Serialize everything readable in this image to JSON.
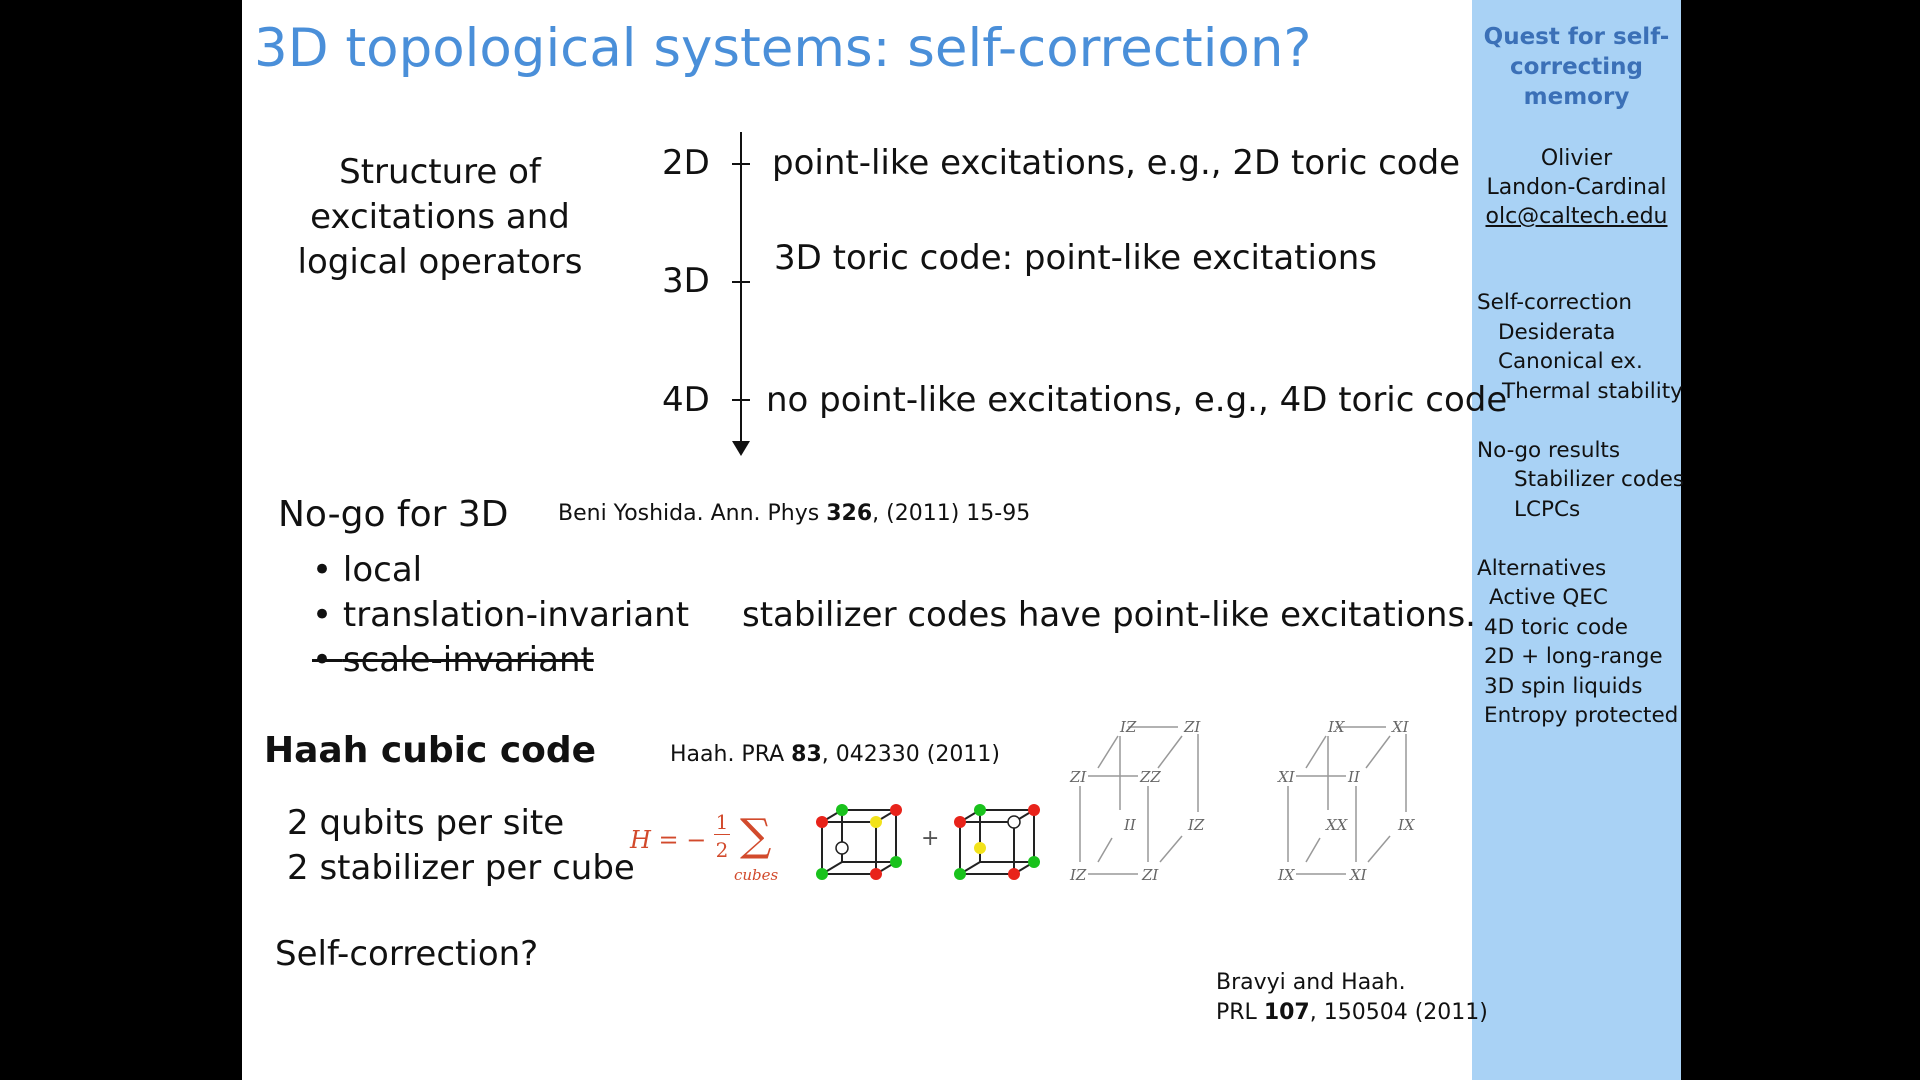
{
  "slide": {
    "title": "3D topological systems: self-correction?",
    "structure_text": "Structure of excitations and logical operators",
    "levels": [
      {
        "label": "2D",
        "description": "point-like excitations, e.g., 2D toric code"
      },
      {
        "label": "3D",
        "description": "3D toric code: point-like excitations"
      },
      {
        "label": "4D",
        "description": "no point-like excitations, e.g., 4D toric code"
      }
    ],
    "nogo": {
      "heading": "No-go for 3D",
      "reference_prefix": "Beni Yoshida. Ann. Phys",
      "reference_volume": "326",
      "reference_suffix": ", (2011) 15-95",
      "bullets": [
        "local",
        "translation-invariant",
        "scale-invariant"
      ],
      "conclusion": "stabilizer codes have point-like excitations."
    },
    "haah": {
      "heading": "Haah cubic code",
      "reference_prefix": "Haah.  PRA",
      "reference_volume": "83",
      "reference_suffix": ", 042330 (2011)",
      "lines": [
        "2 qubits per site",
        "2 stabilizer per cube"
      ],
      "formula_lhs": "H = −",
      "formula_num": "1",
      "formula_den": "2",
      "formula_sum": "∑",
      "formula_sub": "cubes",
      "plus": "+",
      "cube1_labels": [
        "IZ",
        "ZI",
        "ZI",
        "ZZ",
        "II",
        "IZ",
        "IZ",
        "ZI"
      ],
      "cube2_labels": [
        "IX",
        "XI",
        "XI",
        "II",
        "XX",
        "IX",
        "IX",
        "XI"
      ]
    },
    "question": "Self-correction?",
    "citation_line1": "Bravyi and Haah.",
    "citation_prefix": "PRL",
    "citation_volume": "107",
    "citation_suffix": ", 150504 (2011)"
  },
  "sidebar": {
    "title": "Quest for self-correcting memory",
    "author_first": "Olivier",
    "author_last": "Landon-Cardinal",
    "email": "olc@caltech.edu",
    "outline": [
      {
        "text": "Self-correction",
        "indent": 0
      },
      {
        "text": "Desiderata",
        "indent": 1
      },
      {
        "text": "Canonical ex.",
        "indent": 1
      },
      {
        "text": "Thermal stability",
        "indent": 1
      },
      {
        "text": "No-go results",
        "indent": 0
      },
      {
        "text": "Stabilizer codes",
        "indent": 2
      },
      {
        "text": "LCPCs",
        "indent": 2
      },
      {
        "text": "Alternatives",
        "indent": 0
      },
      {
        "text": "Active QEC",
        "indent": 1
      },
      {
        "text": "4D toric code",
        "indent": 1
      },
      {
        "text": "2D + long-range",
        "indent": 1
      },
      {
        "text": "3D spin liquids",
        "indent": 1
      },
      {
        "text": "Entropy protected",
        "indent": 1
      }
    ]
  },
  "colors": {
    "title": "#4a8fd9",
    "sidebar_bg": "#a9d2f5",
    "sidebar_title": "#3b70b7",
    "formula": "#d24a2c",
    "vertex_red": "#e8231a",
    "vertex_green": "#19c21c",
    "vertex_yellow": "#f2e21a"
  }
}
